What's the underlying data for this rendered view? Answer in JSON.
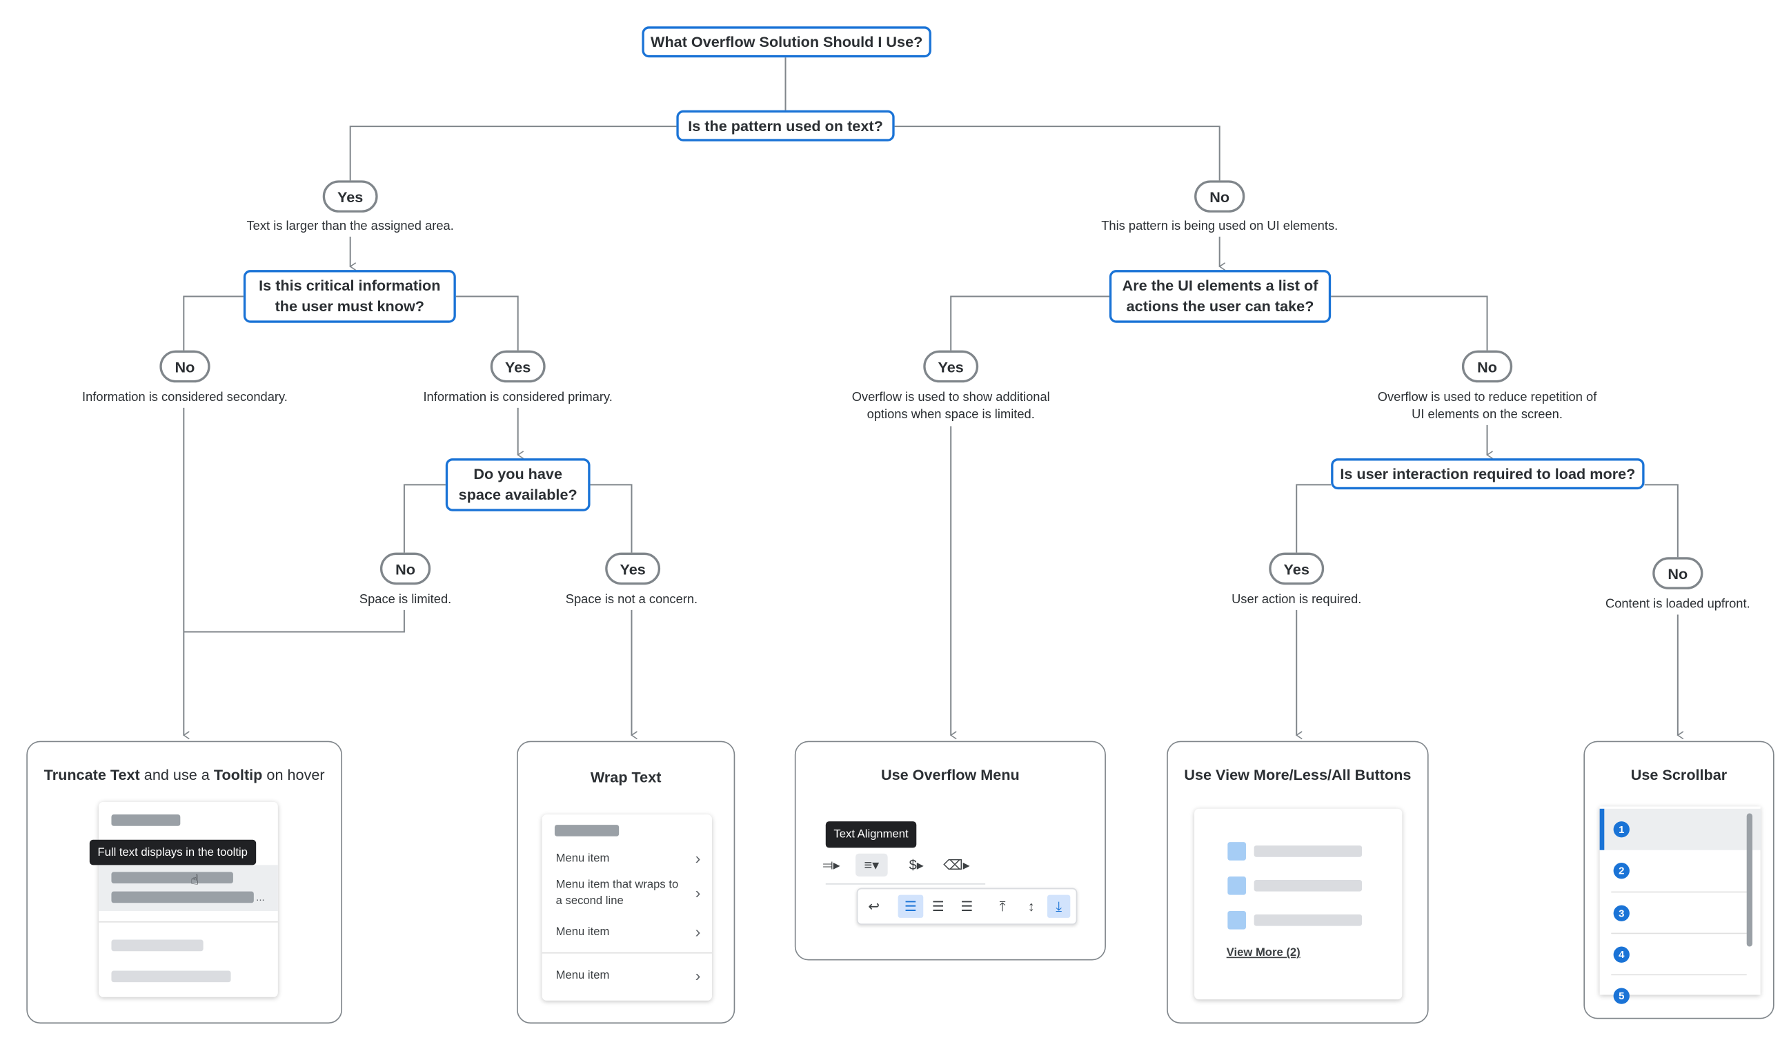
{
  "title": "What Overflow Solution Should I Use?",
  "q1": "Is the pattern used on text?",
  "q2_line1": "Is this critical information",
  "q2_line2": "the user must know?",
  "q3_line1": "Are the UI elements a list of",
  "q3_line2": "actions the user can take?",
  "q4_line1": "Do you have",
  "q4_line2": "space available?",
  "q5": "Is user interaction required to load more?",
  "yes": "Yes",
  "no": "No",
  "notes": {
    "text_yes": "Text is larger than the assigned area.",
    "text_no": "This pattern is being used on UI elements.",
    "critical_no": "Information is considered secondary.",
    "critical_yes": "Information is considered primary.",
    "actions_yes_1": "Overflow is used to show additional",
    "actions_yes_2": "options when space is limited.",
    "actions_no_1": "Overflow is used to reduce repetition of",
    "actions_no_2": "UI elements on the screen.",
    "space_no": "Space is limited.",
    "space_yes": "Space is not a concern.",
    "load_yes": "User action is required.",
    "load_no": "Content is loaded upfront."
  },
  "cards": {
    "truncate": {
      "bold1": "Truncate Text",
      "mid": "and use a",
      "bold2": "Tooltip",
      "end": "on hover",
      "tooltip": "Full text displays in the tooltip",
      "ellipsis": "..."
    },
    "wrap": {
      "title": "Wrap Text",
      "items": [
        "Menu item",
        "Menu item that wraps to a second line",
        "Menu item",
        "Menu item"
      ]
    },
    "overflow": {
      "title": "Use Overflow Menu",
      "tooltip": "Text Alignment"
    },
    "viewmore": {
      "title": "Use View More/Less/All Buttons",
      "link": "View More (2)"
    },
    "scrollbar": {
      "title": "Use Scrollbar",
      "numbers": [
        "1",
        "2",
        "3",
        "4",
        "5"
      ]
    }
  },
  "colors": {
    "accent": "#1a73d6",
    "connector": "#80868b",
    "placeholder": "#9aa0a6",
    "light_placeholder": "#dadce0"
  }
}
